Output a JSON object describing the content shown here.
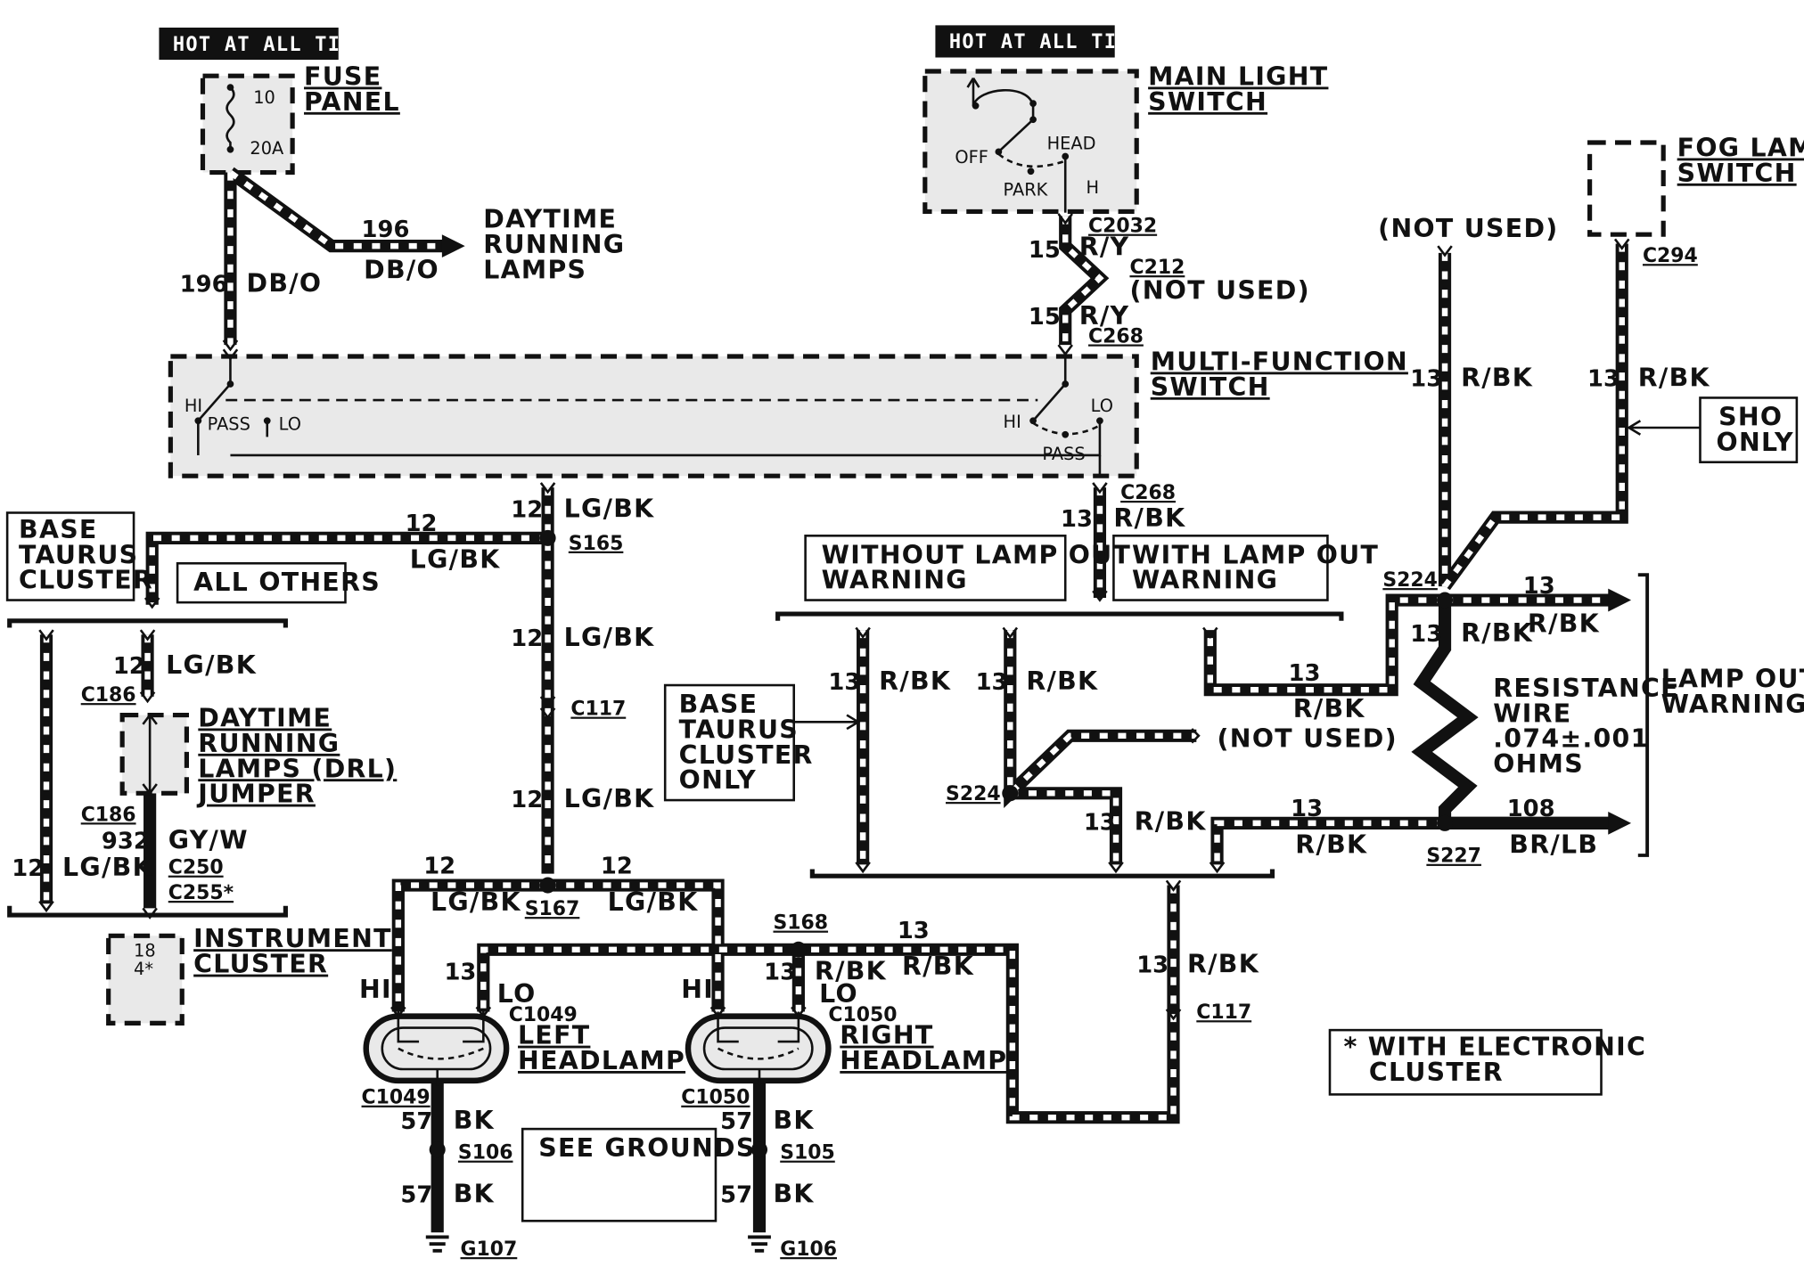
{
  "labels": {
    "hot1": "HOT AT ALL TIMES",
    "hot2": "HOT AT ALL TIMES",
    "fuse_panel_1": "FUSE",
    "fuse_panel_2": "PANEL",
    "fuse_num": "10",
    "fuse_amp": "20A",
    "drl_1": "DAYTIME",
    "drl_2": "RUNNING",
    "drl_3": "LAMPS",
    "w196_top": "196",
    "w196_top_color": "DB/O",
    "w196_left": "196",
    "w196_left_color": "DB/O",
    "main_light_1": "MAIN LIGHT",
    "main_light_2": "SWITCH",
    "off": "OFF",
    "head": "HEAD",
    "park": "PARK",
    "h": "H",
    "c2032": "C2032",
    "w15a": "15",
    "w15a_color": "R/Y",
    "c212": "C212",
    "c212_nu": "(NOT USED)",
    "w15b": "15",
    "w15b_color": "R/Y",
    "c268_top": "C268",
    "mfs_1": "MULTI-FUNCTION",
    "mfs_2": "SWITCH",
    "hi_l": "HI",
    "pass_l": "PASS",
    "lo_l": "LO",
    "hi_r": "HI",
    "lo_r": "LO",
    "pass_r": "PASS",
    "fog_1": "FOG LAMP",
    "fog_2": "SWITCH",
    "not_used_top": "(NOT USED)",
    "c294": "C294",
    "w13_nu": "13",
    "w13_nu_color": "R/BK",
    "w13_fog": "13",
    "w13_fog_color": "R/BK",
    "sho_1": "SHO",
    "sho_2": "ONLY",
    "w12_s165_up": "12",
    "w12_s165_up_color": "LG/BK",
    "c268_mid": "C268",
    "w13_c268": "13",
    "w13_c268_color": "R/BK",
    "base_taurus_1": "BASE",
    "base_taurus_2": "TAURUS",
    "base_taurus_3": "CLUSTER",
    "w12_h": "12",
    "w12_h_color": "LG/BK",
    "s165": "S165",
    "all_others": "ALL OTHERS",
    "without_lo_1": "WITHOUT LAMP OUT",
    "without_lo_2": "WARNING",
    "with_lo_1": "WITH LAMP OUT",
    "with_lo_2": "WARNING",
    "s224_top": "S224",
    "w13_right": "13",
    "w13_right_color": "R/BK",
    "w13_rw": "13",
    "w13_rw_color": "R/BK",
    "w12_c186": "12",
    "w12_c186_color": "LG/BK",
    "c186_a": "C186",
    "drl_j_1": "DAYTIME",
    "drl_j_2": "RUNNING",
    "drl_j_3": "LAMPS (DRL)",
    "drl_j_4": "JUMPER",
    "c186_b": "C186",
    "w932": "932",
    "w932_color": "GY/W",
    "c250": "C250",
    "c255": "C255*",
    "w12_left": "12",
    "w12_left_color": "LG/BK",
    "instr_1": "INSTRUMENT",
    "instr_2": "CLUSTER",
    "instr_pin1": "18",
    "instr_pin2": "4*",
    "w12_mid": "12",
    "w12_mid_color": "LG/BK",
    "c117_top": "C117",
    "w12_low": "12",
    "w12_low_color": "LG/BK",
    "btco_1": "BASE",
    "btco_2": "TAURUS",
    "btco_3": "CLUSTER",
    "btco_4": "ONLY",
    "w13_a": "13",
    "w13_a_color": "R/BK",
    "w13_b": "13",
    "w13_b_color": "R/BK",
    "w13_c": "13",
    "w13_c_color": "R/BK",
    "not_used_mid": "(NOT USED)",
    "s224_mid": "S224",
    "w13_d": "13",
    "w13_d_color": "R/BK",
    "resistance_1": "RESISTANCE",
    "resistance_2": "WIRE",
    "resistance_3": ".074±.001",
    "resistance_4": "OHMS",
    "low_1": "LAMP OUT",
    "low_2": "WARNING",
    "w13_e": "13",
    "w13_e_color": "R/BK",
    "w108": "108",
    "w108_color": "BR/LB",
    "s227": "S227",
    "w12_l": "12",
    "w12_l_color": "LG/BK",
    "w12_r": "12",
    "w12_r_color": "LG/BK",
    "s167": "S167",
    "s168": "S168",
    "w13_f": "13",
    "w13_f_color": "R/BK",
    "w13_g": "13",
    "w13_g_color": "R/BK",
    "w13_h": "13",
    "w13_h_color": "R/BK",
    "c117_bot": "C117",
    "hi_lh": "HI",
    "w13_lh": "13",
    "lo_lh": "LO",
    "c1049_a": "C1049",
    "left_1": "LEFT",
    "left_2": "HEADLAMP",
    "hi_rh": "HI",
    "w13_rh": "13",
    "w13_rh_color": "R/BK",
    "lo_rh": "LO",
    "c1050_a": "C1050",
    "right_1": "RIGHT",
    "right_2": "HEADLAMP",
    "c1049_b": "C1049",
    "c1050_b": "C1050",
    "w57_l1": "57",
    "w57_l1_color": "BK",
    "s106": "S106",
    "w57_l2": "57",
    "w57_l2_color": "BK",
    "g107": "G107",
    "see_grounds": "SEE GROUNDS",
    "w57_r1": "57",
    "w57_r1_color": "BK",
    "s105": "S105",
    "w57_r2": "57",
    "w57_r2_color": "BK",
    "g106": "G106",
    "note_1": "* WITH ELECTRONIC",
    "note_2": "CLUSTER"
  }
}
